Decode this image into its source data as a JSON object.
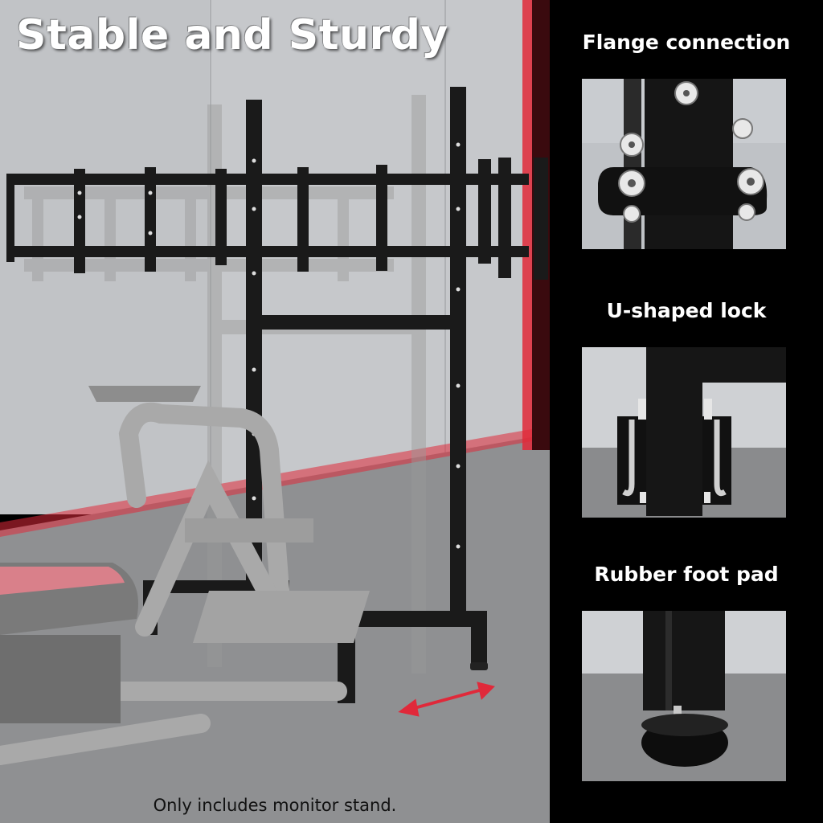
{
  "headline": "Stable and Sturdy",
  "footnote": "Only includes monitor stand.",
  "features": [
    {
      "title": "Flange connection",
      "icon": "flange-connection-photo"
    },
    {
      "title": "U-shaped lock",
      "icon": "u-shaped-lock-photo"
    },
    {
      "title": "Rubber foot pad",
      "icon": "rubber-foot-pad-photo"
    }
  ],
  "colors": {
    "background": "#000000",
    "accent_red": "#e0293a",
    "frame": "#1a1a1a",
    "ghost_frame": "#b5b5b5"
  }
}
